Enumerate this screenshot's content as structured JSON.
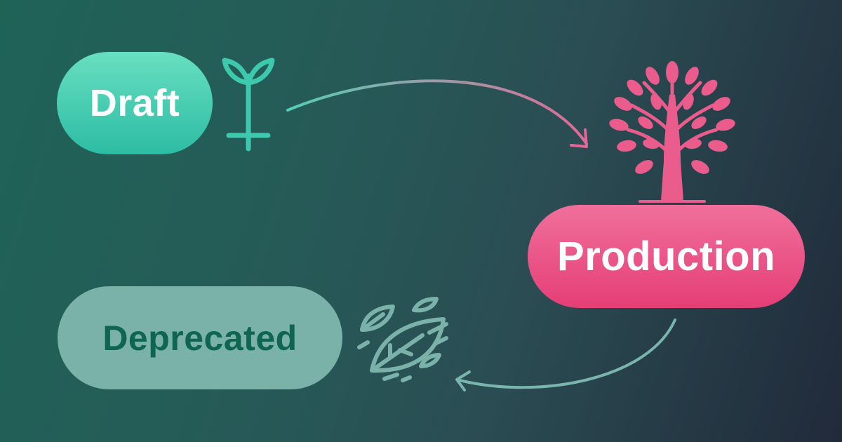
{
  "stages": {
    "draft": {
      "label": "Draft",
      "icon": "sprout-icon"
    },
    "production": {
      "label": "Production",
      "icon": "tree-icon"
    },
    "deprecated": {
      "label": "Deprecated",
      "icon": "falling-leaves-icon"
    }
  },
  "colors": {
    "draft": "#3cc9ad",
    "production": "#ea4f84",
    "deprecated": "#7ab1a8",
    "deprecated_text": "#0f6650"
  }
}
